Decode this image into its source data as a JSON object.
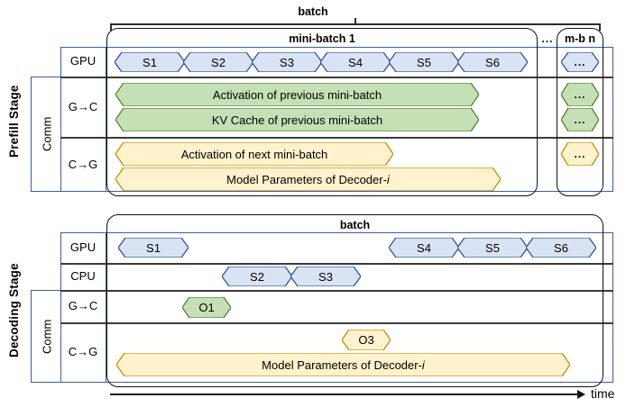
{
  "figure": {
    "top_bracket_caption": "batch",
    "time_axis_label": "time",
    "ellipsis": "...",
    "dots_glyph": "..."
  },
  "prefill": {
    "stage_label": "Prefill Stage",
    "comm_label": "Comm",
    "rows": [
      {
        "label": "GPU"
      },
      {
        "label": "G→C"
      },
      {
        "label": "C→G"
      }
    ],
    "minibatch_title": "mini-batch 1",
    "ellipsis": "...",
    "last_minibatch_title": "m-b n",
    "gpu_stages": [
      "S1",
      "S2",
      "S3",
      "S4",
      "S5",
      "S6"
    ],
    "g2c_bars": [
      "Activation of previous mini-batch",
      "KV Cache of previous mini-batch"
    ],
    "c2g_bars": [
      "Activation of next mini-batch",
      "Model Parameters of Decoder-i"
    ],
    "last_col_items": [
      {
        "row": "GPU",
        "text": "...",
        "color": "blue"
      },
      {
        "row": "G→C",
        "text": "...",
        "color": "green"
      },
      {
        "row": "G→C",
        "text": "...",
        "color": "green"
      },
      {
        "row": "C→G",
        "text": "...",
        "color": "yellow"
      }
    ]
  },
  "decoding": {
    "stage_label": "Decoding Stage",
    "comm_label": "Comm",
    "batch_title": "batch",
    "rows": [
      {
        "label": "GPU"
      },
      {
        "label": "CPU"
      },
      {
        "label": "G→C"
      },
      {
        "label": "C→G"
      }
    ],
    "gpu_stages": [
      "S1",
      "S4",
      "S5",
      "S6"
    ],
    "cpu_stages": [
      "S2",
      "S3"
    ],
    "g2c_items": [
      "O1"
    ],
    "c2g_items": [
      "O3",
      "Model Parameters of Decoder-i"
    ]
  },
  "colors": {
    "blue_fill": "#dae3f3",
    "blue_stroke": "#2f5597",
    "green_fill": "#c5e0b4",
    "green_stroke": "#548235",
    "yellow_fill": "#fff2cc",
    "yellow_stroke": "#bf8f00",
    "frame_blue": "#3b5e9e",
    "frame_dark": "#3b3b3b"
  }
}
